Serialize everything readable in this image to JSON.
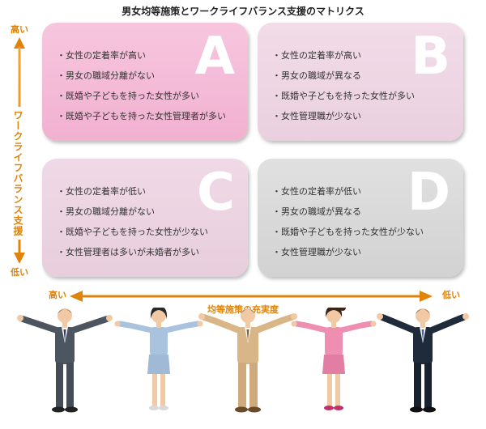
{
  "title": "男女均等施策とワークライフバランス支援のマトリクス",
  "vertical_axis": {
    "title": "ワークライフバランス支援",
    "high": "高い",
    "low": "低い"
  },
  "horizontal_axis": {
    "title": "均等施策の充実度",
    "high": "高い",
    "low": "低い"
  },
  "colors": {
    "accent": "#e0830a",
    "quad_a": "#f4bcd7",
    "quad_b": "#eed6e4",
    "quad_c": "#ecd4e2",
    "quad_d": "#d9d9d9"
  },
  "quadrants": {
    "a": {
      "letter": "A",
      "items": [
        "・女性の定着率が高い",
        "・男女の職域分離がない",
        "・既婚や子どもを持った女性が多い",
        "・既婚や子どもを持った女性管理者が多い"
      ]
    },
    "b": {
      "letter": "B",
      "items": [
        "・女性の定着率が高い",
        "・男女の職域が異なる",
        "・既婚や子どもを持った女性が多い",
        "・女性管理職が少ない"
      ]
    },
    "c": {
      "letter": "C",
      "items": [
        "・女性の定着率が低い",
        "・男女の職域分離がない",
        "・既婚や子どもを持った女性が少ない",
        "・女性管理者は多いが未婚者が多い"
      ]
    },
    "d": {
      "letter": "D",
      "items": [
        "・女性の定着率が低い",
        "・男女の職域が異なる",
        "・既婚や子どもを持った女性が少ない",
        "・女性管理職が少ない"
      ]
    }
  }
}
